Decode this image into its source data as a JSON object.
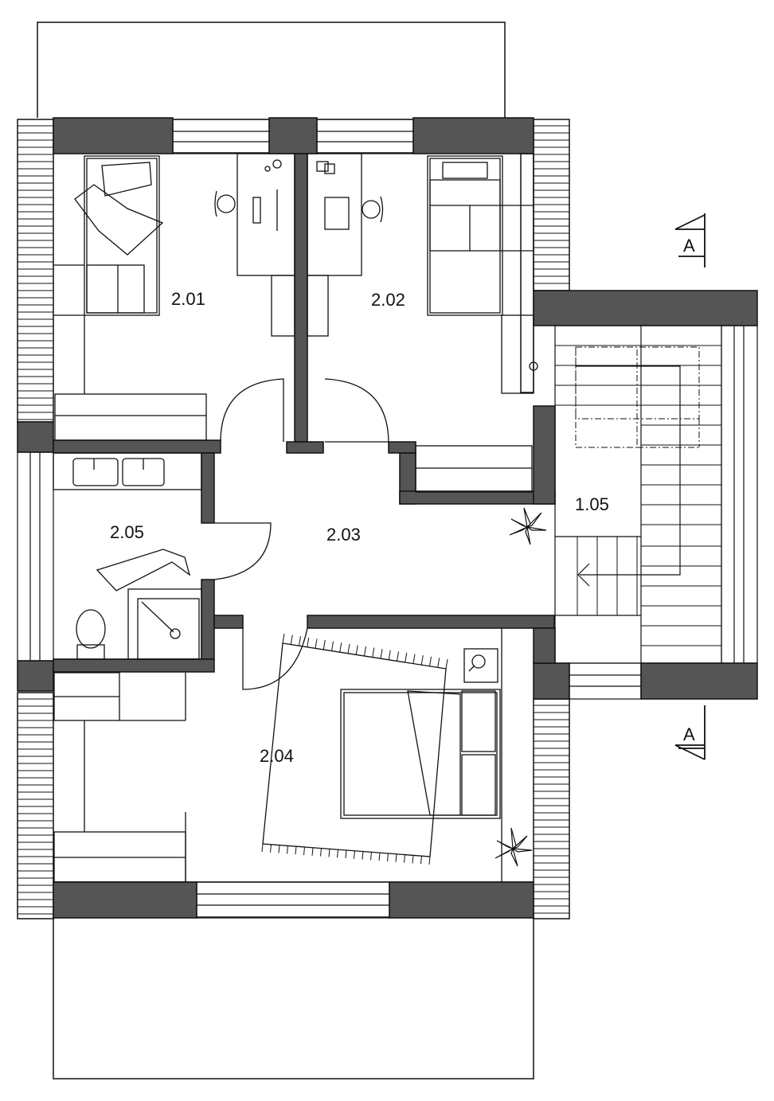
{
  "rooms": {
    "r201": "2.01",
    "r202": "2.02",
    "r203": "2.03",
    "r204": "2.04",
    "r205": "2.05",
    "r105": "1.05"
  },
  "section_marker": "A",
  "colors": {
    "wall": "#555555",
    "line": "#111111",
    "background": "#ffffff"
  }
}
